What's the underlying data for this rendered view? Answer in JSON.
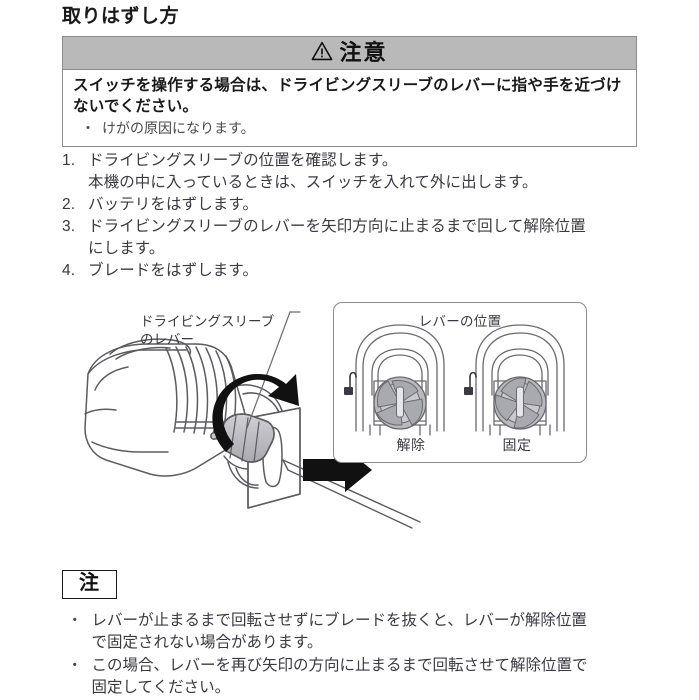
{
  "page": {
    "title": "取りはずし方"
  },
  "caution": {
    "icon": "warning-triangle-icon",
    "header_label": "注意",
    "main_text": "スイッチを操作する場合は、ドライビングスリーブのレバーに指や手を近づけないでください。",
    "bullet_mark": "・",
    "sub_items": [
      "けがの原因になります。"
    ]
  },
  "steps": [
    {
      "number": "1.",
      "text": "ドライビングスリーブの位置を確認します。",
      "continuation": "本機の中に入っているときは、スイッチを入れて外に出します。"
    },
    {
      "number": "2.",
      "text": "バッテリをはずします。",
      "continuation": ""
    },
    {
      "number": "3.",
      "text": "ドライビングスリーブのレバーを矢印方向に止まるまで回して解除位置",
      "continuation": "にします。"
    },
    {
      "number": "4.",
      "text": "ブレードをはずします。",
      "continuation": ""
    }
  ],
  "illustration": {
    "callout_label_line1": "ドライビングスリーブ",
    "callout_label_line2": "のレバー",
    "rotation_arrow": "curved-rotation-arrow-icon",
    "blade_arrow": "blade-removal-arrow-icon",
    "tool": "reciprocating-saw-illustration"
  },
  "inset": {
    "title": "レバーの位置",
    "panels": [
      {
        "caption": "解除",
        "state": "unlocked",
        "lock_icon": "open-lock-icon"
      },
      {
        "caption": "固定",
        "state": "locked",
        "lock_icon": "open-lock-icon"
      }
    ]
  },
  "note": {
    "badge_label": "注",
    "bullet_mark": "・",
    "items": [
      {
        "text": "レバーが止まるまで回転させずにブレードを抜くと、レバーが解除位置",
        "continuation": "で固定されない場合があります。"
      },
      {
        "text": "この場合、レバーを再び矢印の方向に止まるまで回転させて解除位置で",
        "continuation": "固定してください。"
      }
    ]
  },
  "colors": {
    "caution_header_bg": "#b9b9b9",
    "box_border": "#8c8c8c",
    "body_text": "#3a3a42",
    "heading_text": "#1a1a1a",
    "line_art": "#58585e",
    "metal_fill": "#b5b5ba"
  }
}
